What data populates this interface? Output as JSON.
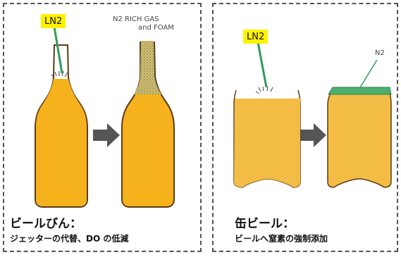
{
  "bottle_panel": {
    "ln2_tag": "LN2",
    "gas_label_line1": "N2 RICH GAS",
    "gas_label_line2": "and FOAM",
    "caption_title": "ビールびん：",
    "caption_sub": "ジェッターの代替、DO の低減"
  },
  "can_panel": {
    "ln2_tag": "LN2",
    "n2_label": "N2",
    "caption_title": "缶ビール：",
    "caption_sub": "ビールへ窒素の強制添加"
  },
  "colors": {
    "beer": "#f6b21d",
    "beer_dark": "#e79a10",
    "can_body": "#f3bd45",
    "outline": "#5a3b14",
    "nitrogen_line": "#2f9a5a",
    "arrow": "#555555",
    "label_bg": "#fff200"
  },
  "icons": [
    "right-arrow-icon",
    "right-arrow-icon"
  ]
}
